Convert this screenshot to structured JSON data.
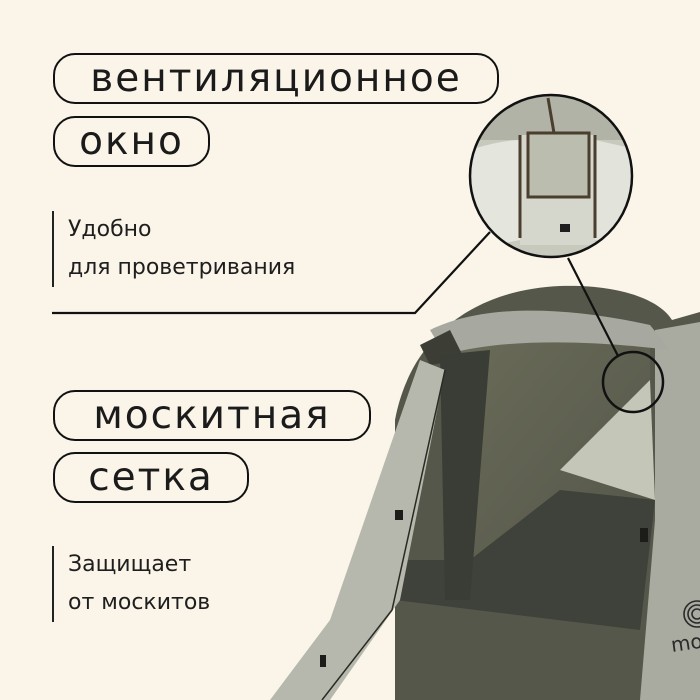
{
  "section1": {
    "pill_line1": "вентиляционное",
    "pill_line2": "окно",
    "description_line1": "Удобно",
    "description_line2": "для проветривания"
  },
  "section2": {
    "pill_line1": "москитная",
    "pill_line2": "сетка",
    "description_line1": "Защищает",
    "description_line2": "от москитов"
  },
  "brand_partial": "mo",
  "colors": {
    "background": "#FAF4E9",
    "ink": "#111111",
    "tent_dark": "#4c4e40",
    "tent_light": "#b9bbb0"
  }
}
